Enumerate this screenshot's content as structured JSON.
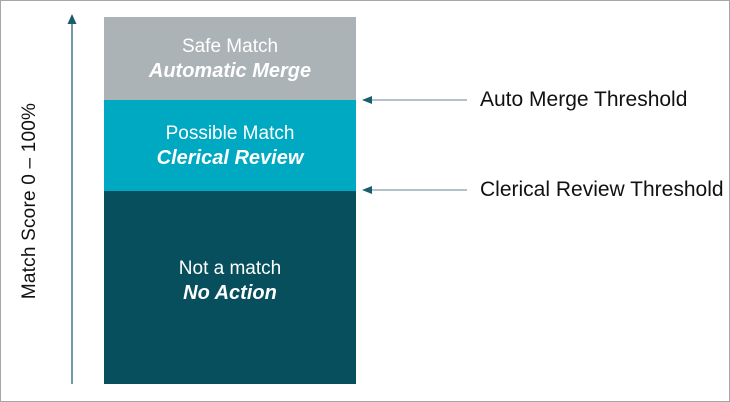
{
  "colors": {
    "border": "#a6a6a6",
    "safe_match_bg": "#abb3b6",
    "possible_match_bg": "#00a9c2",
    "not_match_bg": "#074f5c",
    "axis_line": "#4d808d",
    "arrow_line": "#839eaa",
    "arrow_head": "#1b5d6d",
    "text_light": "#ffffff"
  },
  "axis": {
    "label": "Match Score 0 – 100%"
  },
  "segments": [
    {
      "title": "Safe Match",
      "action": "Automatic Merge"
    },
    {
      "title": "Possible Match",
      "action": "Clerical Review"
    },
    {
      "title": "Not a match",
      "action": "No Action"
    }
  ],
  "thresholds": [
    {
      "label": "Auto Merge Threshold"
    },
    {
      "label": "Clerical Review Threshold"
    }
  ]
}
